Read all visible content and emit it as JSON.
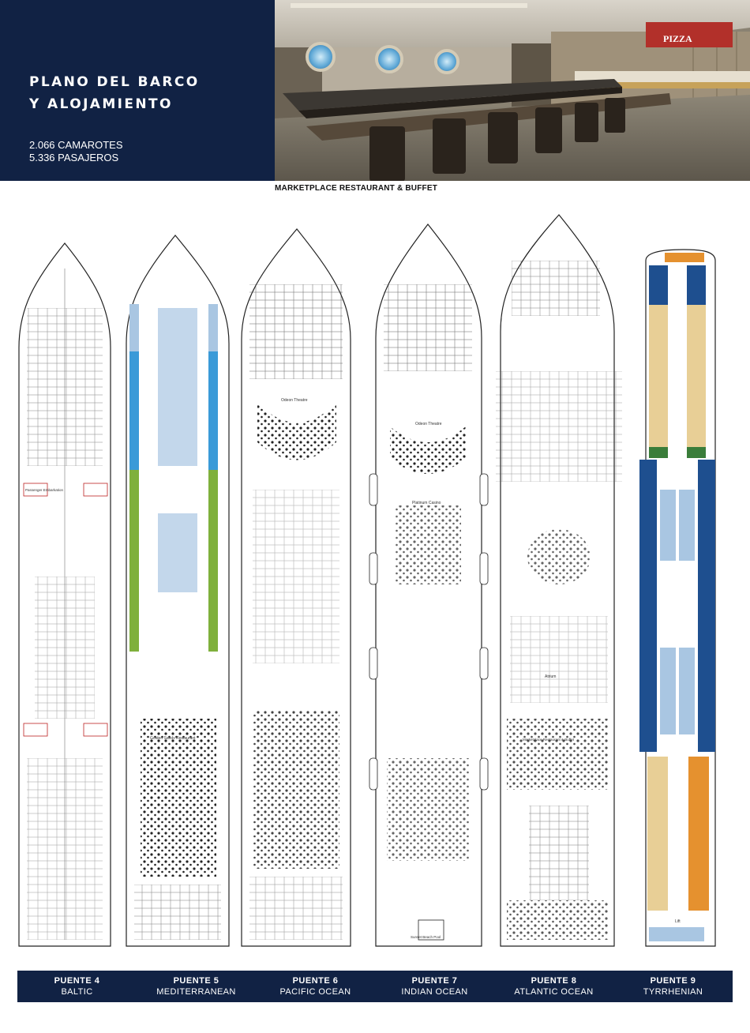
{
  "header": {
    "title_line1": "PLANO DEL BARCO",
    "title_line2": "Y ALOJAMIENTO",
    "cabins": "2.066 CAMAROTES",
    "passengers": "5.336 PASAJEROS"
  },
  "photo": {
    "caption": "MARKETPLACE RESTAURANT & BUFFET",
    "sign": "PIZZA"
  },
  "plan_labels": {
    "embark": "Passenger Embarkation",
    "odeon_theatre": "Odeon Theatre",
    "atrium": "Atrium",
    "marketplace": "Marketplace Restaurant & Buffet",
    "golden_sands": "Golden Sands Restaurant",
    "sunset_beach": "Sunset Beach Pool",
    "platinum_casino": "Platinum Casino",
    "lift": "Lift"
  },
  "decks": [
    {
      "name": "PUENTE 4",
      "sub": "BALTIC"
    },
    {
      "name": "PUENTE 5",
      "sub": "MEDITERRANEAN"
    },
    {
      "name": "PUENTE 6",
      "sub": "PACIFIC OCEAN"
    },
    {
      "name": "PUENTE 7",
      "sub": "INDIAN OCEAN"
    },
    {
      "name": "PUENTE 8",
      "sub": "ATLANTIC OCEAN"
    },
    {
      "name": "PUENTE 9",
      "sub": "TYRRHENIAN"
    }
  ],
  "colors": {
    "navy": "#112244",
    "cabin_light_blue": "#a9c6e2",
    "cabin_blue": "#3a9ad8",
    "cabin_green": "#7fb03c",
    "cabin_orange": "#e5912f",
    "cabin_dark_blue": "#1e4f8f",
    "cabin_pale": "#e8cf96"
  }
}
